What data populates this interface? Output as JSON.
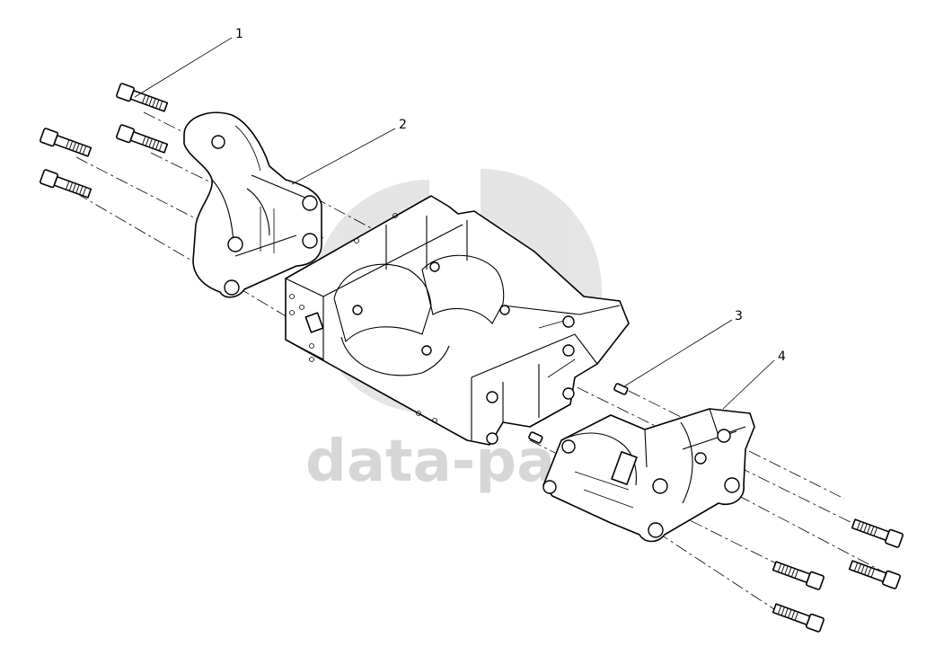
{
  "callouts": [
    "1",
    "2",
    "3",
    "4"
  ],
  "watermark": {
    "text": "data-parts",
    "color": "#d6d6d6"
  }
}
